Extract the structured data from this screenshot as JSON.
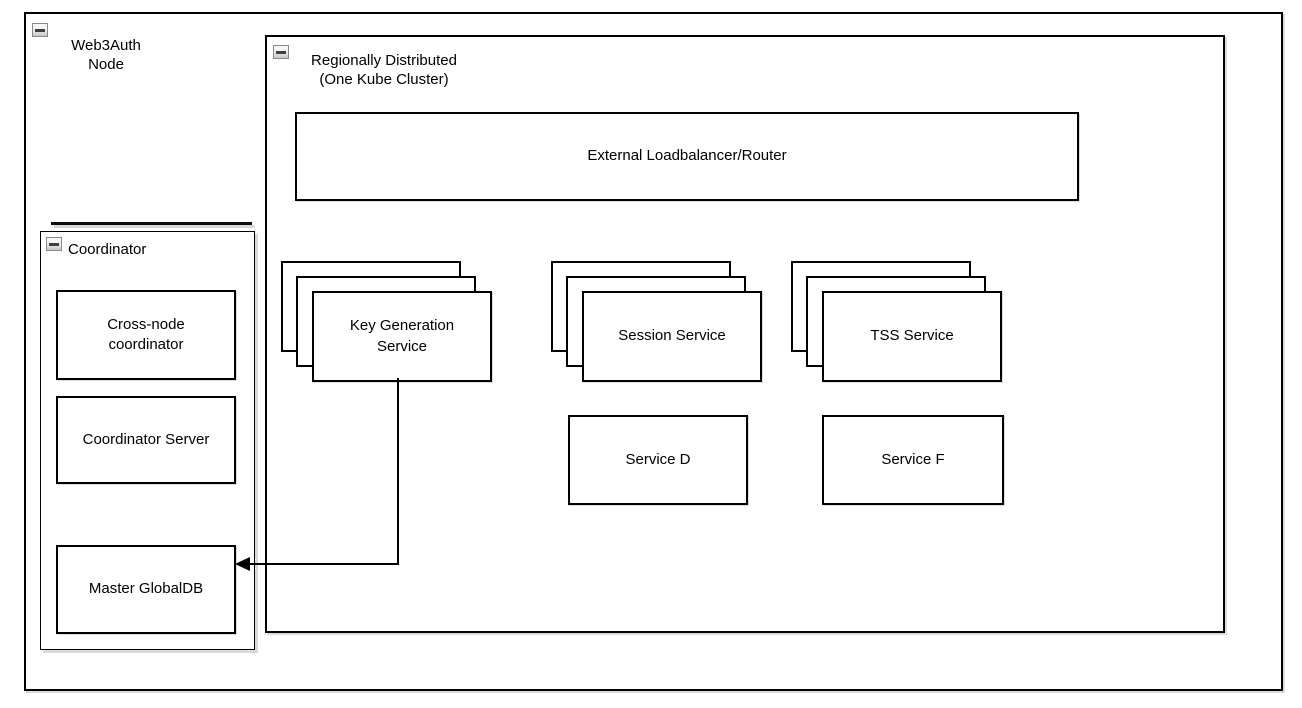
{
  "diagram": {
    "kind": "architecture-diagram",
    "background": "#ffffff",
    "stroke_color": "#000000",
    "shadow_color": "#d9d9d9"
  },
  "web3auth_node": {
    "title_line1": "Web3Auth",
    "title_line2": "Node",
    "collapse_icon": "minus"
  },
  "regionally_distributed": {
    "title_line1": "Regionally Distributed",
    "title_line2": "(One Kube Cluster)",
    "collapse_icon": "minus",
    "nodes": {
      "external_loadbalancer": {
        "label": "External Loadbalancer/Router"
      },
      "key_generation_service": {
        "label": "Key Generation Service",
        "replicas_shown": 3
      },
      "session_service": {
        "label": "Session Service",
        "replicas_shown": 3
      },
      "tss_service": {
        "label": "TSS Service",
        "replicas_shown": 3
      },
      "service_d": {
        "label": "Service D"
      },
      "service_f": {
        "label": "Service F"
      }
    }
  },
  "coordinator": {
    "title": "Coordinator",
    "collapse_icon": "minus",
    "nodes": {
      "cross_node_coordinator": {
        "label": "Cross-node coordinator"
      },
      "coordinator_server": {
        "label": "Coordinator Server"
      },
      "master_globaldb": {
        "label": "Master GlobalDB"
      }
    }
  },
  "edges": [
    {
      "from": "key_generation_service",
      "to": "master_globaldb",
      "style": "orthogonal",
      "arrowhead": "left"
    }
  ]
}
